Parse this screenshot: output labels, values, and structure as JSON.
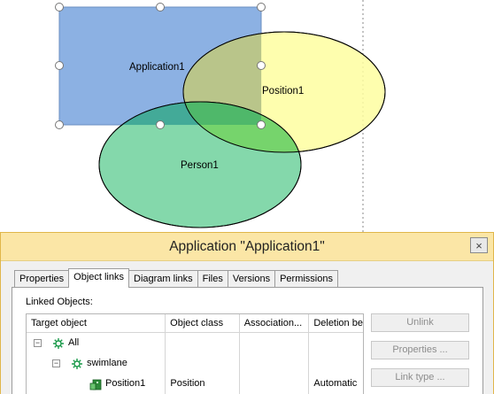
{
  "canvas": {
    "shapes": [
      {
        "label": "Application1",
        "color": "#7fa8e0"
      },
      {
        "label": "Position1",
        "color": "#fefea0"
      },
      {
        "label": "Person1",
        "color": "#7dd6a6"
      }
    ]
  },
  "dialog": {
    "title": "Application \"Application1\"",
    "close_label": "×",
    "tabs": [
      {
        "label": "Properties"
      },
      {
        "label": "Object links"
      },
      {
        "label": "Diagram links"
      },
      {
        "label": "Files"
      },
      {
        "label": "Versions"
      },
      {
        "label": "Permissions"
      }
    ],
    "active_tab": "Object links",
    "linked_label": "Linked Objects:",
    "grid": {
      "headers": [
        "Target object",
        "Object class",
        "Association...",
        "Deletion be"
      ],
      "rows": [
        {
          "expander": "−",
          "icon": "network-icon",
          "name": "All",
          "object_class": "",
          "association": "",
          "deletion": ""
        },
        {
          "expander": "−",
          "icon": "network-icon",
          "name": "swimlane",
          "object_class": "",
          "association": "",
          "deletion": ""
        },
        {
          "expander": "",
          "icon": "position-icon",
          "name": "Position1",
          "object_class": "Position",
          "association": "",
          "deletion": "Automatic"
        }
      ]
    },
    "buttons": {
      "unlink": "Unlink",
      "properties": "Properties ...",
      "link_type": "Link type ..."
    }
  }
}
